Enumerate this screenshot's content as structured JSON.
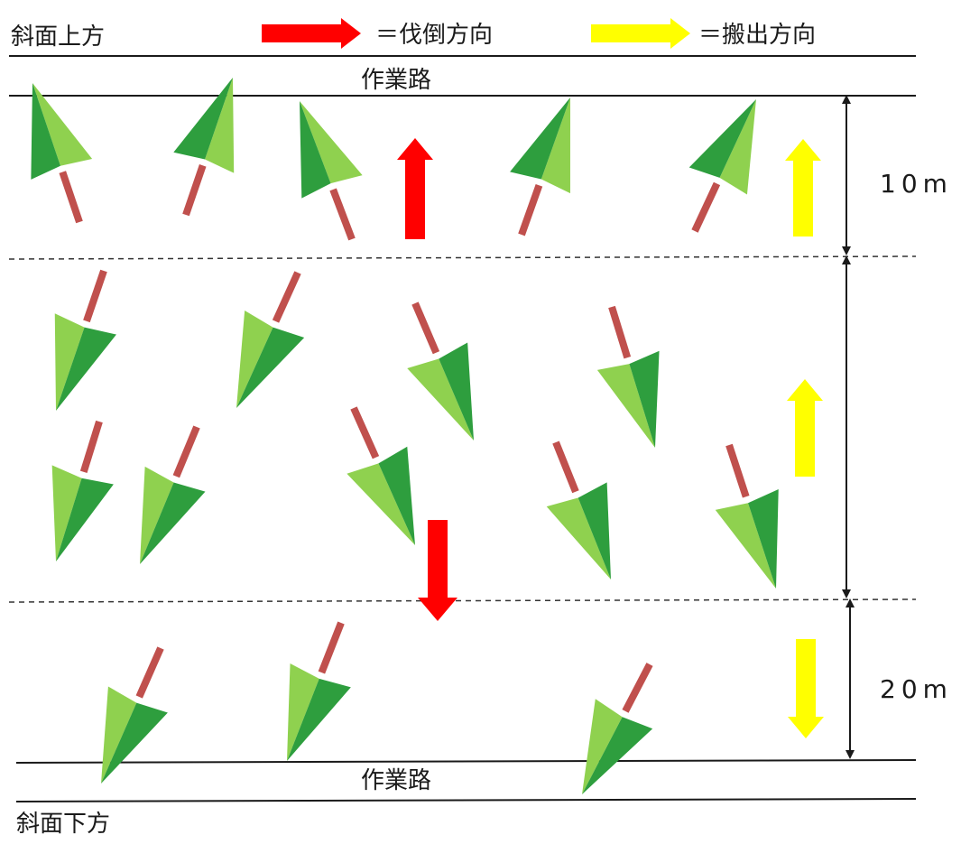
{
  "slope_top_label": "斜面上方",
  "slope_bottom_label": "斜面下方",
  "legend": {
    "felling_label": "＝伐倒方向",
    "extraction_label": "＝搬出方向",
    "felling_color": "#ff0000",
    "extraction_color": "#ffff00"
  },
  "road_label_top": "作業路",
  "road_label_bottom": "作業路",
  "distance_labels": [
    "10m",
    "",
    "20m"
  ],
  "colors": {
    "trunk": "#c0504d",
    "crown_dark": "#2e9e3e",
    "crown_light": "#8fd14f",
    "line": "#1a1a1a"
  },
  "icons": {
    "felling_arrow": "red-arrow-icon",
    "extraction_arrow": "yellow-arrow-icon",
    "tree": "tree-icon"
  }
}
